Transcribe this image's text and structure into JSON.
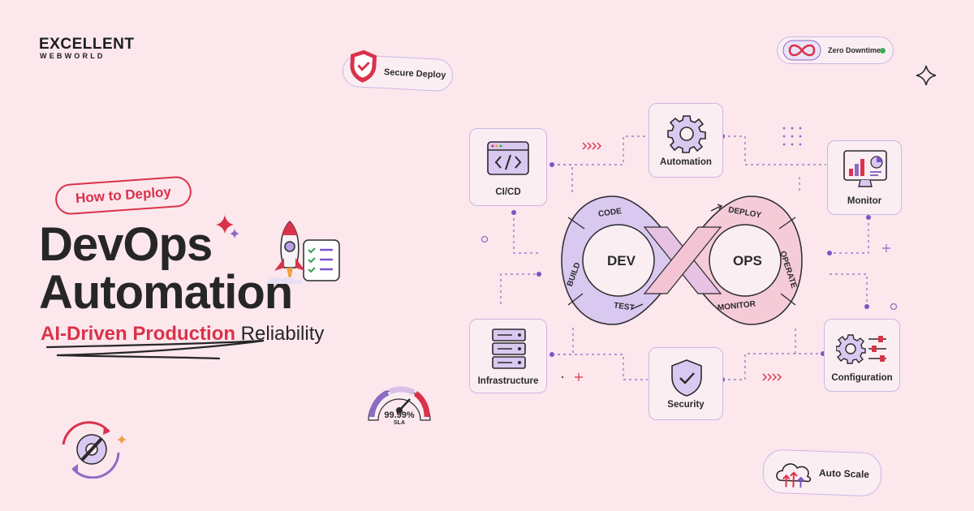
{
  "brand": {
    "line1": "EXCELLENT",
    "line2": "WEBWORLD"
  },
  "hero": {
    "tag": "How to Deploy",
    "title_line1": "DevOps",
    "title_line2": "Automation",
    "subtitle_highlight": "AI-Driven Production",
    "subtitle_rest": " Reliability"
  },
  "badges": {
    "secure_deploy": "Secure Deploy",
    "zero_downtime": "Zero Downtime",
    "auto_scale": "Auto Scale",
    "sla_value": "99.99%",
    "sla_label": "SLA"
  },
  "cards": {
    "cicd": "CI/CD",
    "automation": "Automation",
    "monitor": "Monitor",
    "infrastructure": "Infrastructure",
    "security": "Security",
    "configuration": "Configuration"
  },
  "infinity": {
    "dev": "DEV",
    "ops": "OPS",
    "stages": {
      "code": "CODE",
      "build": "BUILD",
      "test": "TEST",
      "deploy": "DEPLOY",
      "operate": "OPERATE",
      "monitor": "MONITOR"
    }
  },
  "colors": {
    "background": "#fbe7ec",
    "accent_red": "#d9324a",
    "purple": "#7d53c9",
    "lavender": "#d9c8f0",
    "card_border": "#cdb6e3",
    "text": "#262628"
  }
}
